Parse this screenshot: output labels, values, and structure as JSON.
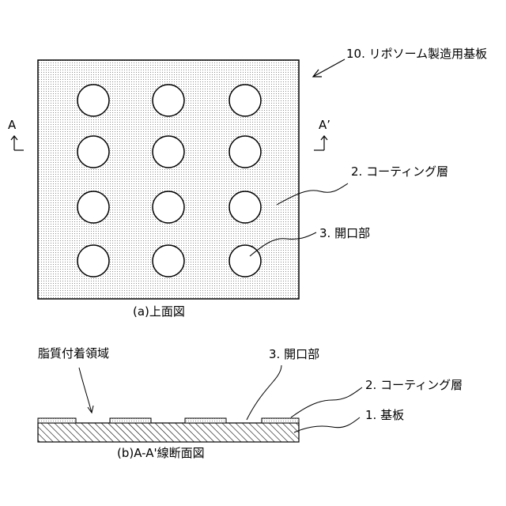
{
  "top_view": {
    "caption": "(a)上面図",
    "substrate_label": "10. リポソーム製造用基板",
    "coating_label": "2. コーティング層",
    "opening_label": "3. 開口部",
    "section_mark_left": "A",
    "section_mark_right": "A’"
  },
  "cross_section": {
    "caption": "(b)A-A'線断面図",
    "lipid_region_label": "脂質付着領域",
    "opening_label": "3. 開口部",
    "coating_label": "2. コーティング層",
    "substrate_label": "1. 基板"
  }
}
